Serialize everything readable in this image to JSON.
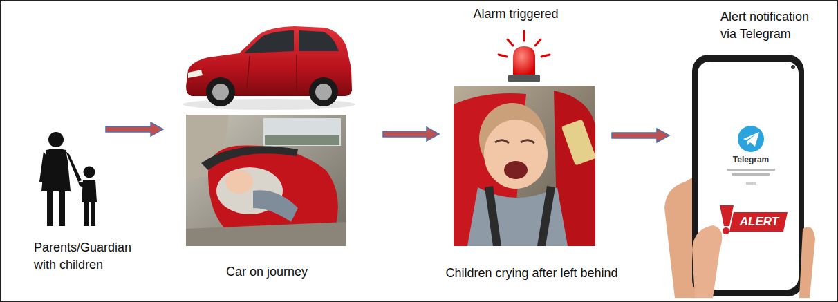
{
  "diagram": {
    "nodes": [
      {
        "text": [
          "Parents/Guardian with children"
        ]
      },
      {
        "text": [
          "Car on journey"
        ]
      },
      {
        "text": [
          "Alarm triggered",
          "Children crying after left behind"
        ]
      },
      {
        "text": [
          "Alert notification via Telegram"
        ]
      }
    ],
    "edges": [
      {
        "from": 0,
        "to": 1,
        "arrow": "to"
      },
      {
        "from": 1,
        "to": 2,
        "arrow": "to"
      },
      {
        "from": 2,
        "to": 3,
        "arrow": "to"
      }
    ],
    "labels": [
      "Telegram",
      "ALERT"
    ]
  }
}
